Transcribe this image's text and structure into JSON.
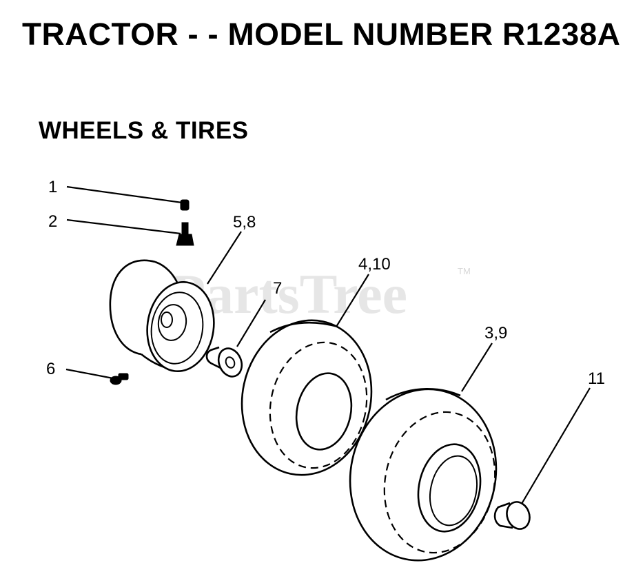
{
  "title": "TRACTOR - - MODEL NUMBER R1238A",
  "subtitle": "WHEELS & TIRES",
  "watermark": {
    "text": "PartsTree",
    "mark": "TM"
  },
  "callouts": {
    "c1": "1",
    "c2": "2",
    "c58": "5,8",
    "c7": "7",
    "c410": "4,10",
    "c39": "3,9",
    "c6": "6",
    "c11": "11"
  }
}
